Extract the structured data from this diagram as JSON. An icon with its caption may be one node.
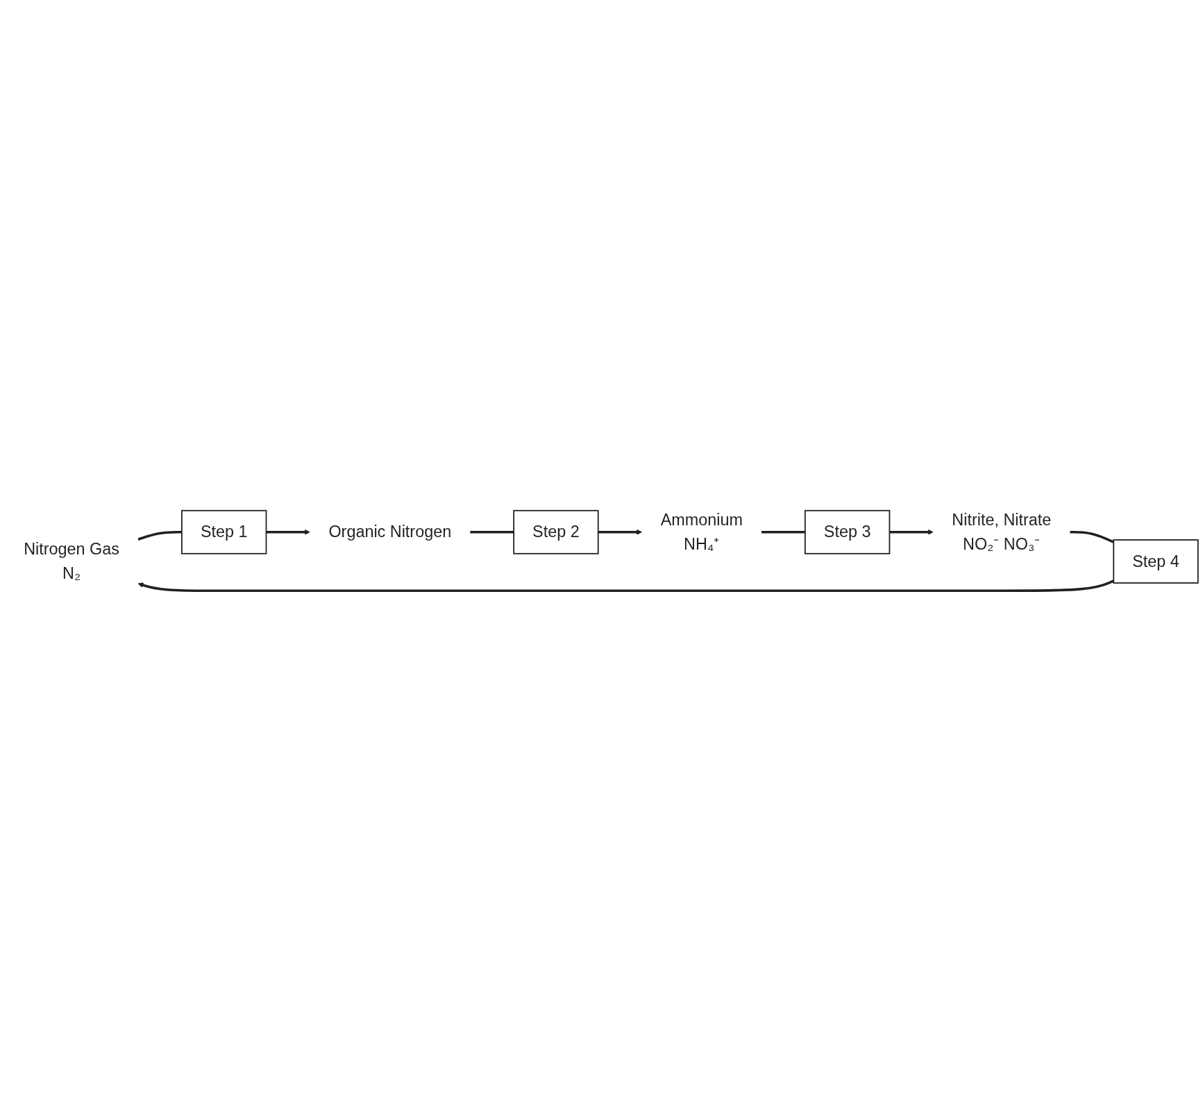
{
  "diagram": {
    "nodes": [
      {
        "text": [
          "Nitrogen Gas",
          "N₂"
        ]
      },
      {
        "text": [
          "Step 4"
        ]
      },
      {
        "text": [
          "Step 1"
        ]
      },
      {
        "text": [
          "Organic Nitrogen"
        ]
      },
      {
        "text": [
          "Nitrite, Nitrate",
          "NO₂⁻ NO₃⁻"
        ]
      },
      {
        "text": [
          "Step 3"
        ]
      },
      {
        "text": [
          "Step 2"
        ]
      },
      {
        "text": [
          "Ammonium",
          "NH₄⁺"
        ]
      }
    ],
    "edges": [
      {
        "from": 0,
        "to": 2,
        "arrow": "none"
      },
      {
        "from": 2,
        "to": 3,
        "arrow": "to"
      },
      {
        "from": 3,
        "to": 6,
        "arrow": "none"
      },
      {
        "from": 6,
        "to": 7,
        "arrow": "to"
      },
      {
        "from": 7,
        "to": 5,
        "arrow": "none"
      },
      {
        "from": 5,
        "to": 4,
        "arrow": "to"
      },
      {
        "from": 4,
        "to": 1,
        "arrow": "none"
      },
      {
        "from": 1,
        "to": 0,
        "arrow": "to"
      }
    ]
  }
}
